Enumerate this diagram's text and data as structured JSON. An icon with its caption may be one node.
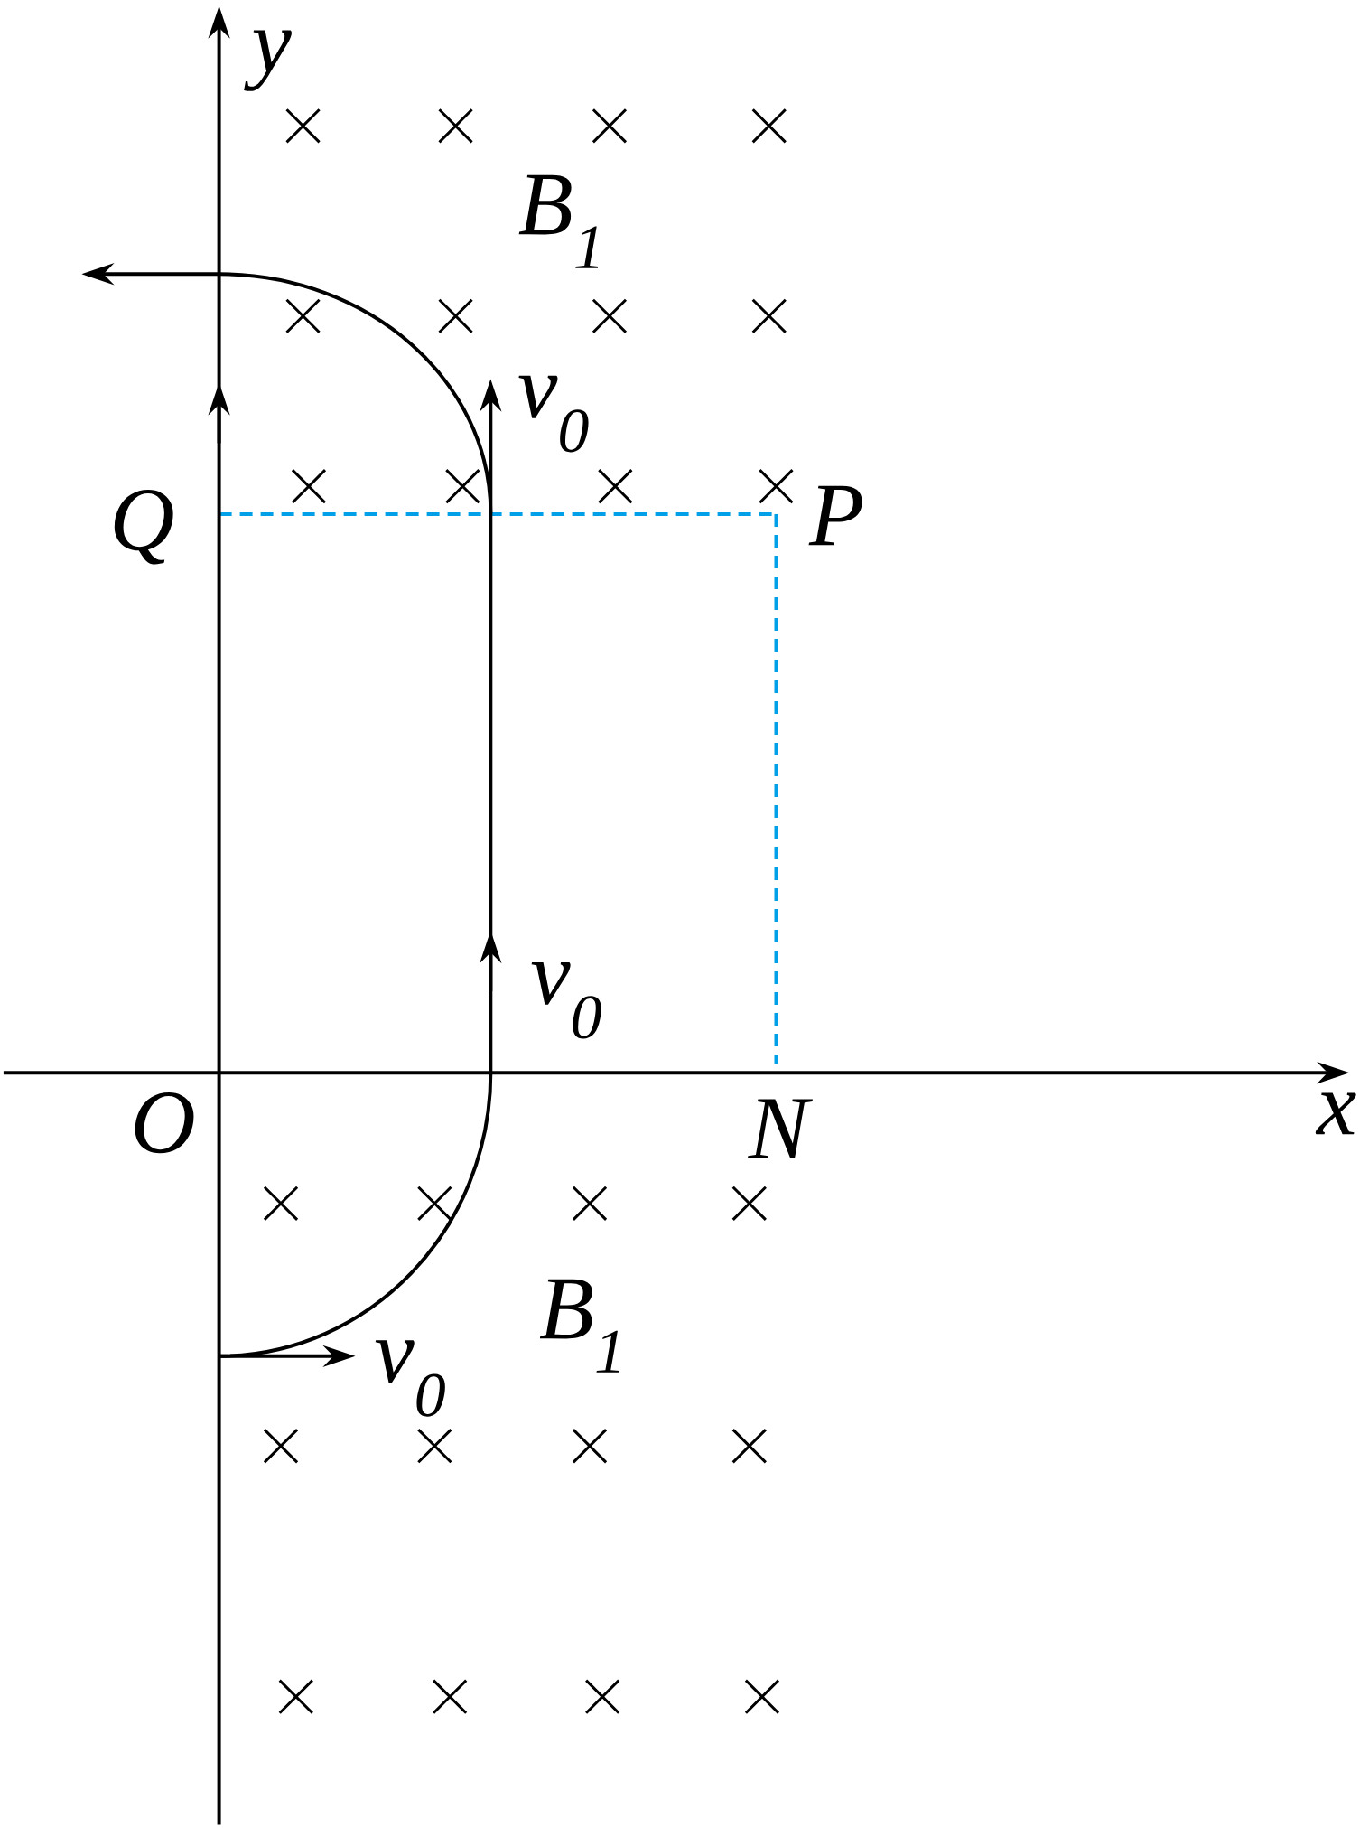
{
  "diagram": {
    "labels": [
      "y",
      "B$_{1}$",
      "v$_{0}$",
      "Q",
      "P",
      "v$_{0}$",
      "O",
      "N",
      "x",
      "B$_{1}$",
      "v$_{0}$"
    ]
  }
}
